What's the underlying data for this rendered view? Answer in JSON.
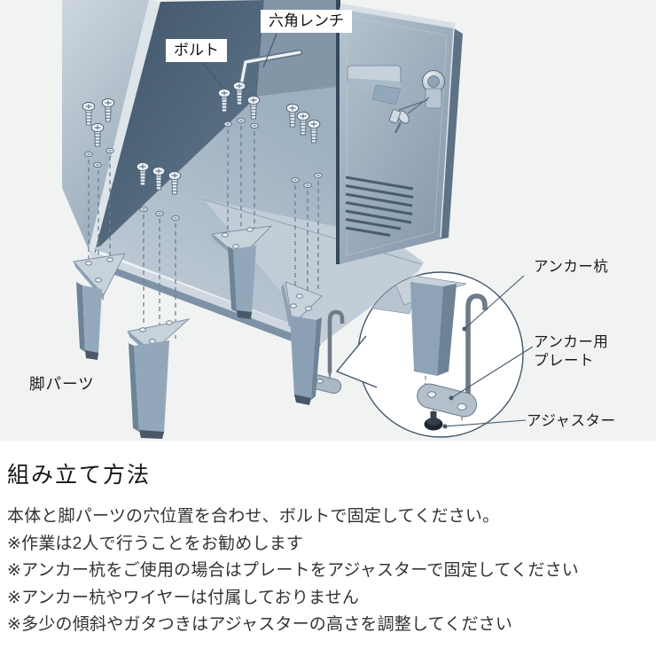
{
  "illustration": {
    "callouts": {
      "bolt": "ボルト",
      "hex_wrench": "六角レンチ",
      "anchor_stake": "アンカー杭",
      "anchor_plate_line1": "アンカー用",
      "anchor_plate_line2": "プレート",
      "adjuster": "アジャスター",
      "leg_parts": "脚パーツ"
    },
    "colors": {
      "background": "#f1f3f3",
      "steel_light": "#c8d2db",
      "steel_mid": "#8fa3b6",
      "steel_dark": "#4a5e72",
      "line_dark": "#44586b",
      "adjuster_black": "#1d242c",
      "label_bg": "#ffffff"
    }
  },
  "instructions": {
    "heading": "組み立て方法",
    "lines": [
      "本体と脚パーツの穴位置を合わせ、ボルトで固定してください。",
      "※作業は2人で行うことをお勧めします",
      "※アンカー杭をご使用の場合はプレートをアジャスターで固定してください",
      "※アンカー杭やワイヤーは付属しておりません",
      "※多少の傾斜やガタつきはアジャスターの高さを調整してください"
    ]
  }
}
